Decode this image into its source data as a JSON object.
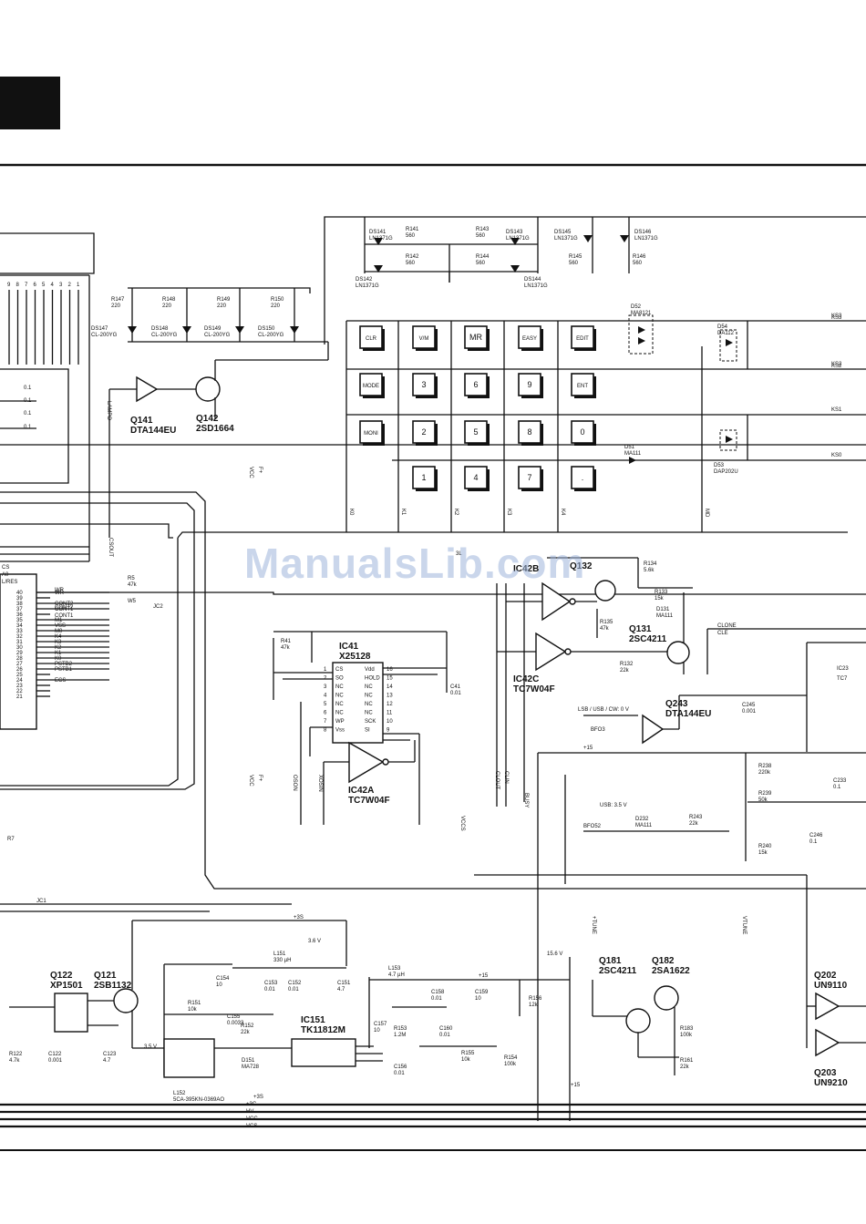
{
  "watermark": "ManualsLib.com",
  "keypad": [
    {
      "label": "CLR"
    },
    {
      "label": "V/M"
    },
    {
      "label": "MR"
    },
    {
      "label": "EASY"
    },
    {
      "label": "EDIT"
    },
    {
      "label": "MODE"
    },
    {
      "label": "3"
    },
    {
      "label": "6"
    },
    {
      "label": "9"
    },
    {
      "label": "ENT"
    },
    {
      "label": "MONI"
    },
    {
      "label": "2"
    },
    {
      "label": "5"
    },
    {
      "label": "8"
    },
    {
      "label": "0"
    },
    {
      "label": "1"
    },
    {
      "label": "4"
    },
    {
      "label": "7"
    },
    {
      "label": "."
    }
  ],
  "keylines": [
    "KS3",
    "KS2",
    "KS1",
    "KS0"
  ],
  "leds": [
    {
      "ref": "DS141",
      "part": "LN1371G"
    },
    {
      "ref": "DS142",
      "part": "LN1371G"
    },
    {
      "ref": "DS143",
      "part": "LN1371G"
    },
    {
      "ref": "DS144",
      "part": "LN1371G"
    },
    {
      "ref": "DS145",
      "part": "LN1371G"
    },
    {
      "ref": "DS146",
      "part": "LN1371G"
    },
    {
      "ref": "DS147",
      "part": "CL-200YG"
    },
    {
      "ref": "DS148",
      "part": "CL-200YG"
    },
    {
      "ref": "DS149",
      "part": "CL-200YG"
    },
    {
      "ref": "DS150",
      "part": "CL-200YG"
    }
  ],
  "resistors": [
    {
      "ref": "R141",
      "val": "560"
    },
    {
      "ref": "R142",
      "val": "560"
    },
    {
      "ref": "R143",
      "val": "560"
    },
    {
      "ref": "R144",
      "val": "560"
    },
    {
      "ref": "R145",
      "val": "560"
    },
    {
      "ref": "R146",
      "val": "560"
    },
    {
      "ref": "R147",
      "val": "220"
    },
    {
      "ref": "R148",
      "val": "220"
    },
    {
      "ref": "R149",
      "val": "220"
    },
    {
      "ref": "R150",
      "val": "220"
    },
    {
      "ref": "R5",
      "val": "47k"
    },
    {
      "ref": "R41",
      "val": "47k"
    },
    {
      "ref": "R134",
      "val": "5.6k"
    },
    {
      "ref": "R133",
      "val": "15k"
    },
    {
      "ref": "R135",
      "val": "47k"
    },
    {
      "ref": "R132",
      "val": "22k"
    },
    {
      "ref": "R238",
      "val": "220k"
    },
    {
      "ref": "R239",
      "val": "50k"
    },
    {
      "ref": "R243",
      "val": "22k"
    },
    {
      "ref": "R240",
      "val": "15k"
    },
    {
      "ref": "R151",
      "val": "10k"
    },
    {
      "ref": "R152",
      "val": "22k"
    },
    {
      "ref": "R153",
      "val": "1.2M"
    },
    {
      "ref": "R155",
      "val": "10k"
    },
    {
      "ref": "R154",
      "val": "100k"
    },
    {
      "ref": "R156",
      "val": "12k"
    },
    {
      "ref": "R183",
      "val": "100k"
    },
    {
      "ref": "R161",
      "val": "22k"
    },
    {
      "ref": "R122",
      "val": "4.7k"
    }
  ],
  "transistors": [
    {
      "ref": "Q141",
      "part": "DTA144EU"
    },
    {
      "ref": "Q142",
      "part": "2SD1664"
    },
    {
      "ref": "Q131",
      "part": "2SC4211"
    },
    {
      "ref": "Q243",
      "part": "DTA144EU"
    },
    {
      "ref": "Q122",
      "part": "XP1501"
    },
    {
      "ref": "Q121",
      "part": "2SB1132"
    },
    {
      "ref": "Q181",
      "part": "2SC4211"
    },
    {
      "ref": "Q182",
      "part": "2SA1622"
    },
    {
      "ref": "Q202",
      "part": "UN9110"
    },
    {
      "ref": "Q203",
      "part": "UN9210"
    },
    {
      "ref": "Q132",
      "part": ""
    }
  ],
  "ics": [
    {
      "ref": "IC41",
      "part": "X25128"
    },
    {
      "ref": "IC42A",
      "part": "TC7W04F"
    },
    {
      "ref": "IC42B",
      "part": "TC7W04F"
    },
    {
      "ref": "IC42C",
      "part": "TC7W04F"
    },
    {
      "ref": "IC151",
      "part": "TK11812M"
    }
  ],
  "ic41_pins_left": [
    "CS",
    "SO",
    "NC",
    "NC",
    "NC",
    "NC",
    "WP",
    "Vss"
  ],
  "ic41_pins_right": [
    "Vdd",
    "HOLD",
    "NC",
    "NC",
    "NC",
    "NC",
    "SCK",
    "SI"
  ],
  "ic41_nums_left": [
    "1",
    "2",
    "3",
    "4",
    "5",
    "6",
    "7",
    "8"
  ],
  "ic41_nums_right": [
    "16",
    "15",
    "14",
    "13",
    "12",
    "11",
    "10",
    "9"
  ],
  "cpu_pins": [
    {
      "n": "40",
      "s": "WR"
    },
    {
      "n": "39",
      "s": ""
    },
    {
      "n": "38",
      "s": "CONT2"
    },
    {
      "n": "37",
      "s": "CONT1"
    },
    {
      "n": "36",
      "s": ""
    },
    {
      "n": "35",
      "s": "M1"
    },
    {
      "n": "34",
      "s": "VSS"
    },
    {
      "n": "33",
      "s": "M0"
    },
    {
      "n": "32",
      "s": "K4"
    },
    {
      "n": "31",
      "s": "K3"
    },
    {
      "n": "30",
      "s": "K2"
    },
    {
      "n": "29",
      "s": "K1"
    },
    {
      "n": "28",
      "s": "K0"
    },
    {
      "n": "27",
      "s": "PSTB2"
    },
    {
      "n": "26",
      "s": "PSTB1"
    },
    {
      "n": "25",
      "s": ""
    },
    {
      "n": "24",
      "s": "ECS"
    },
    {
      "n": "23",
      "s": ""
    },
    {
      "n": "22",
      "s": ""
    },
    {
      "n": "21",
      "s": ""
    }
  ],
  "bus_labels": [
    "CS",
    "A0",
    "L/RES"
  ],
  "connector_pins": [
    "9",
    "8",
    "7",
    "6",
    "5",
    "4",
    "3",
    "2",
    "1"
  ],
  "diodes": [
    {
      "ref": "D52",
      "part": "MA8121"
    },
    {
      "ref": "D54",
      "part": "DA112"
    },
    {
      "ref": "D51",
      "part": "MA111"
    },
    {
      "ref": "D53",
      "part": "DAP202U"
    },
    {
      "ref": "D131",
      "part": "MA111"
    },
    {
      "ref": "D232",
      "part": "MA111"
    },
    {
      "ref": "D151",
      "part": "MA728"
    }
  ],
  "caps": [
    {
      "ref": "C41",
      "val": "0.01"
    },
    {
      "ref": "C245",
      "val": "0.001"
    },
    {
      "ref": "C233",
      "val": "0.1"
    },
    {
      "ref": "C246",
      "val": "0.1"
    },
    {
      "ref": "C154",
      "val": "10"
    },
    {
      "ref": "C153",
      "val": "0.01"
    },
    {
      "ref": "C152",
      "val": "0.01"
    },
    {
      "ref": "C151",
      "val": "4.7"
    },
    {
      "ref": "C155",
      "val": "0.0033"
    },
    {
      "ref": "C157",
      "val": "10"
    },
    {
      "ref": "C156",
      "val": "0.01"
    },
    {
      "ref": "C158",
      "val": "0.01"
    },
    {
      "ref": "C159",
      "val": "10"
    },
    {
      "ref": "C160",
      "val": "0.01"
    },
    {
      "ref": "C122",
      "val": "0.001"
    },
    {
      "ref": "C123",
      "val": "4.7"
    }
  ],
  "inductors": [
    {
      "ref": "L151",
      "val": "330 µH"
    },
    {
      "ref": "L153",
      "val": "4.7 µH"
    },
    {
      "ref": "L152",
      "val": "5CA-395KN-0369AO"
    }
  ],
  "nets": {
    "cont2": "CONT2",
    "cont1": "CONT1",
    "wr": "WR",
    "w5": "W5",
    "jc2": "JC2",
    "jc1": "JC1",
    "p3l": "3L",
    "p3s": "+3S",
    "p3s2": "+3S",
    "p3c": "+3C",
    "p15": "+15",
    "p15b": "+15",
    "p15c": "+15",
    "hv": "HV",
    "vcc": "VCC",
    "vcs": "VCS",
    "v36": "3.6 V",
    "v35": "3.5 V",
    "v156": "15.6 V",
    "lsb": "LSB / USB / CW: 0 V",
    "usb": "USB: 3.5 V",
    "bfo3": "BFO3",
    "bfo52": "BFO52",
    "clone": "CLONE",
    "cle": "CLE",
    "ic23": "IC23",
    "tc7": "TC7",
    "vert": [
      "LAMPO",
      "VCC",
      "F+",
      "CSOUT",
      "VCC",
      "F+",
      "OSON",
      "XOSIN",
      "CLOUT",
      "CLIN",
      "BUSY",
      "VCCS",
      "+TUNE",
      "VTUNE"
    ],
    "kcols": [
      "K0",
      "K1",
      "K2",
      "K3",
      "K4",
      "MD"
    ],
    "ks2": "KS2",
    "ks3": "KS3",
    "smalls": [
      "0.1",
      "0.1",
      "0.1",
      "0.1"
    ],
    "r7": "R7"
  }
}
